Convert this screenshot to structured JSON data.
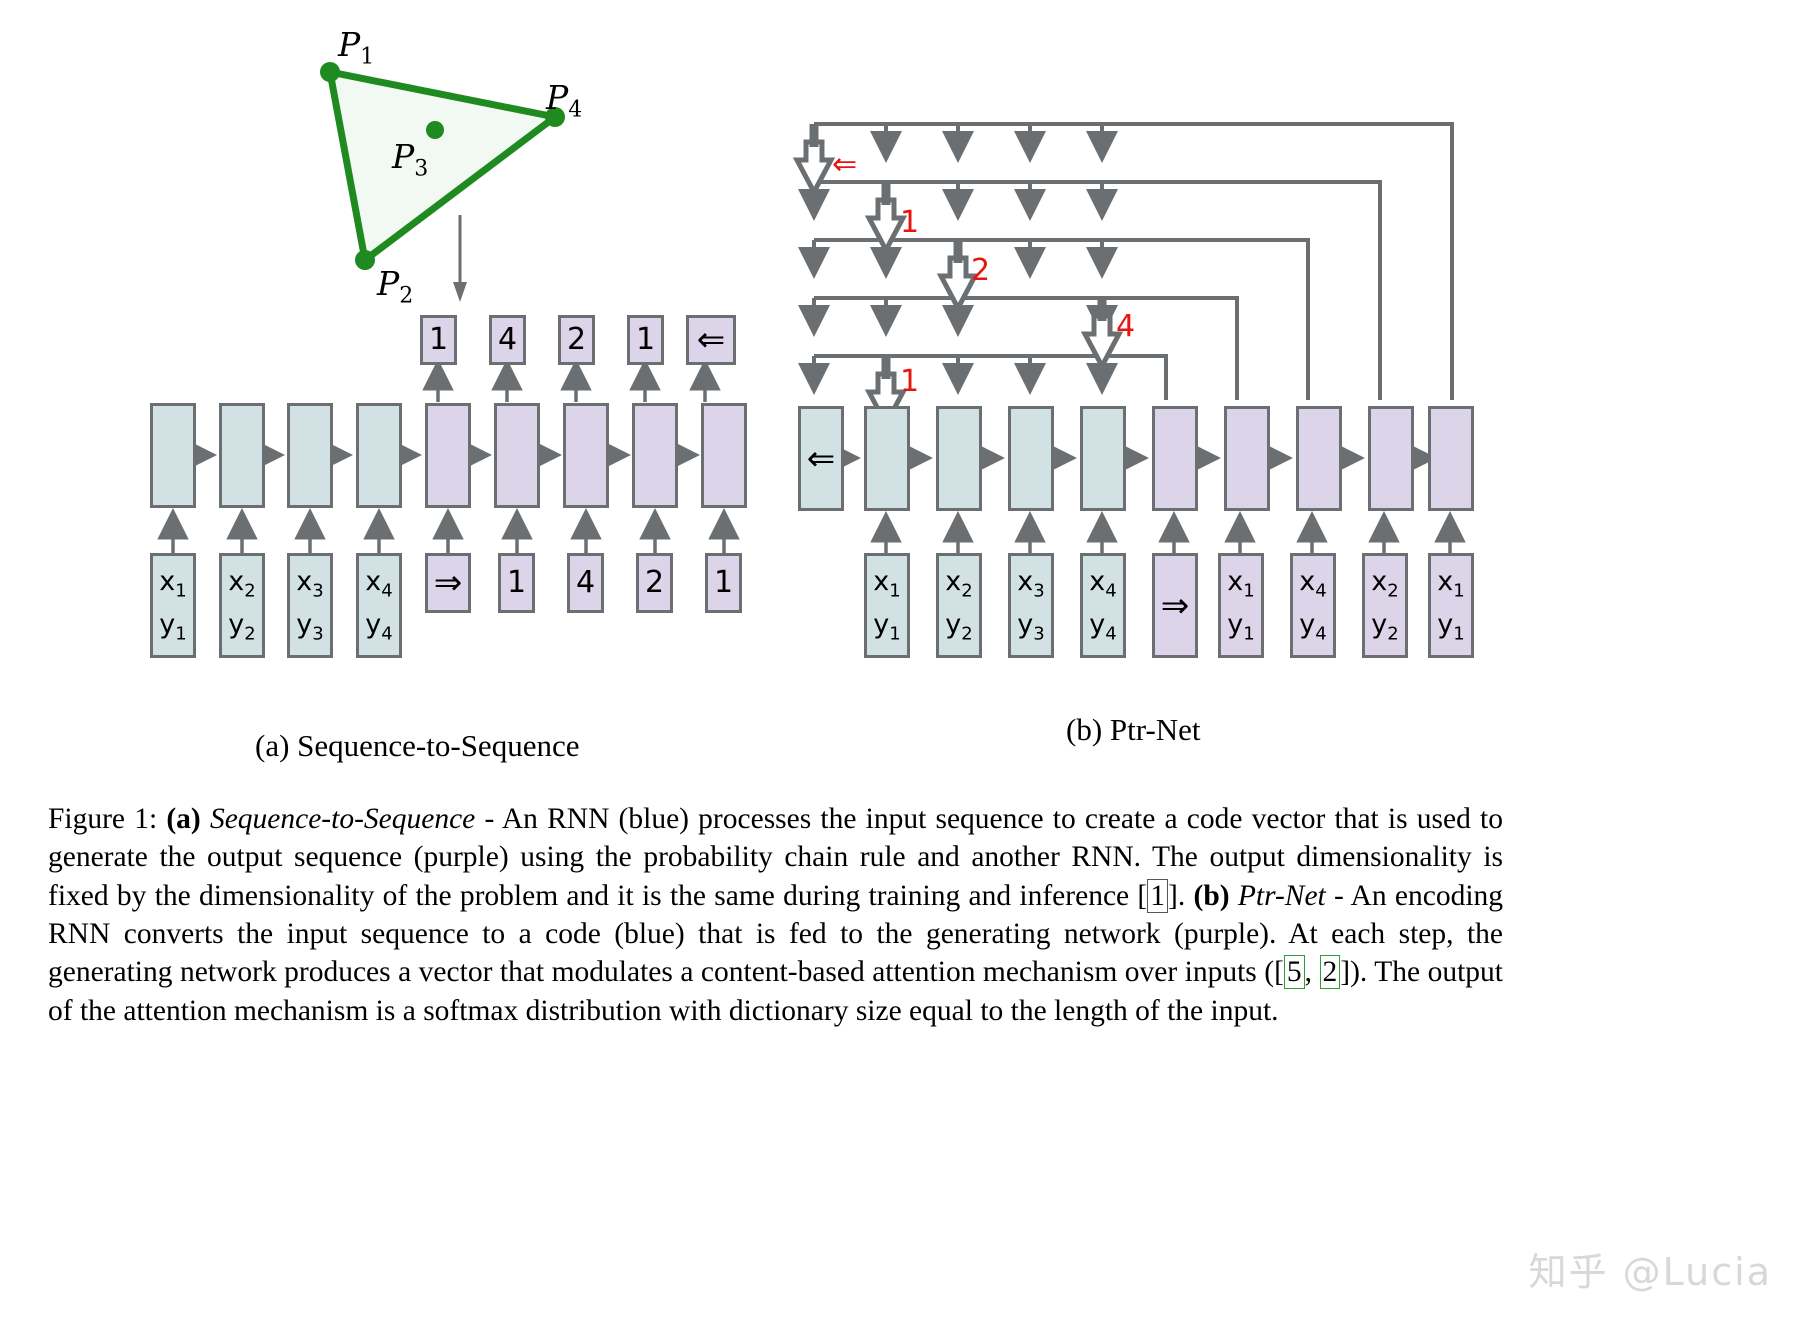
{
  "figure": {
    "number": "Figure 1:",
    "points_plot": {
      "labels": [
        {
          "name": "P",
          "sub": "1"
        },
        {
          "name": "P",
          "sub": "4"
        },
        {
          "name": "P",
          "sub": "3"
        },
        {
          "name": "P",
          "sub": "2"
        }
      ],
      "hull_color": "#1f8a1f",
      "fill_color": "#f2f9f2"
    },
    "panel_a": {
      "caption": "(a) Sequence-to-Sequence",
      "encoder_inputs": [
        {
          "x": "x",
          "xs": "1",
          "y": "y",
          "ys": "1"
        },
        {
          "x": "x",
          "xs": "2",
          "y": "y",
          "ys": "2"
        },
        {
          "x": "x",
          "xs": "3",
          "y": "y",
          "ys": "3"
        },
        {
          "x": "x",
          "xs": "4",
          "y": "y",
          "ys": "4"
        }
      ],
      "decoder_inputs": [
        "⇒",
        "1",
        "4",
        "2",
        "1"
      ],
      "outputs": [
        "1",
        "4",
        "2",
        "1",
        "⇐"
      ],
      "encoder_cells": 4,
      "decoder_cells": 5
    },
    "panel_b": {
      "caption": "(b) Ptr-Net",
      "encoder_inputs": [
        {
          "x": "x",
          "xs": "1",
          "y": "y",
          "ys": "1"
        },
        {
          "x": "x",
          "xs": "2",
          "y": "y",
          "ys": "2"
        },
        {
          "x": "x",
          "xs": "3",
          "y": "y",
          "ys": "3"
        },
        {
          "x": "x",
          "xs": "4",
          "y": "y",
          "ys": "4"
        }
      ],
      "decoder_inputs": [
        {
          "sym": "⇒"
        },
        {
          "x": "x",
          "xs": "1",
          "y": "y",
          "ys": "1"
        },
        {
          "x": "x",
          "xs": "4",
          "y": "y",
          "ys": "4"
        },
        {
          "x": "x",
          "xs": "2",
          "y": "y",
          "ys": "2"
        },
        {
          "x": "x",
          "xs": "1",
          "y": "y",
          "ys": "1"
        }
      ],
      "start_cell_symbol": "⇐",
      "pointer_labels": [
        "⇐",
        "1",
        "2",
        "4",
        "1"
      ],
      "pointer_label_color": "#e8150f",
      "encoder_cells": 4,
      "decoder_cells": 5
    },
    "colors": {
      "encoder_blue": "#d2e2e4",
      "decoder_purple": "#dcd4e8",
      "box_border": "#6b6f72",
      "arrow_gray": "#6b6f72",
      "point_green": "#1f8a1f",
      "pointer_red": "#e8150f"
    },
    "caption_text": {
      "prefix": "Figure 1: ",
      "a_bold": "(a)",
      "a_italic": "Sequence-to-Sequence",
      "seg1": " - An RNN (blue) processes the input sequence to create a code vector that is used to generate the output sequence (purple) using the probability chain rule and another RNN. The output dimensionality is fixed by the dimensionality of the problem and it is the same during training and inference [",
      "ref1": "1",
      "seg2": "]. ",
      "b_bold": "(b)",
      "b_italic": "Ptr-Net",
      "seg3": " - An encoding RNN converts the input sequence to a code (blue) that is fed to the generating network (purple). At each step, the generating network produces a vector that modulates a content-based attention mechanism over inputs ([",
      "ref2": "5",
      "seg4": ", ",
      "ref3": "2",
      "seg5": "]).  The output of the attention mechanism is a softmax distribution with dictionary size equal to the length of the input."
    },
    "watermark": "知乎 @Lucia"
  }
}
